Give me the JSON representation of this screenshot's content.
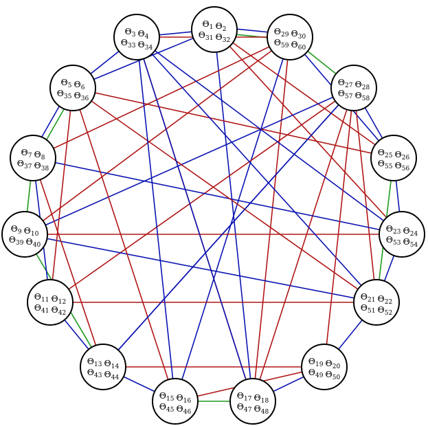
{
  "colors": {
    "blue": "#0b14b2",
    "red": "#b01616",
    "green": "#1e9a1e",
    "node_fill": "#ffffff",
    "node_stroke": "#000000"
  },
  "nodes": [
    {
      "id": "n1",
      "line1": [
        "1",
        "2"
      ],
      "line2": [
        "31",
        "32"
      ]
    },
    {
      "id": "n2",
      "line1": [
        "29",
        "30"
      ],
      "line2": [
        "59",
        "60"
      ]
    },
    {
      "id": "n3",
      "line1": [
        "27",
        "28"
      ],
      "line2": [
        "57",
        "58"
      ]
    },
    {
      "id": "n4",
      "line1": [
        "25",
        "26"
      ],
      "line2": [
        "55",
        "56"
      ]
    },
    {
      "id": "n5",
      "line1": [
        "23",
        "24"
      ],
      "line2": [
        "53",
        "54"
      ]
    },
    {
      "id": "n6",
      "line1": [
        "21",
        "22"
      ],
      "line2": [
        "51",
        "52"
      ]
    },
    {
      "id": "n7",
      "line1": [
        "19",
        "20"
      ],
      "line2": [
        "49",
        "50"
      ]
    },
    {
      "id": "n8",
      "line1": [
        "17",
        "18"
      ],
      "line2": [
        "47",
        "48"
      ]
    },
    {
      "id": "n9",
      "line1": [
        "15",
        "16"
      ],
      "line2": [
        "45",
        "46"
      ]
    },
    {
      "id": "n10",
      "line1": [
        "13",
        "14"
      ],
      "line2": [
        "43",
        "44"
      ]
    },
    {
      "id": "n11",
      "line1": [
        "11",
        "12"
      ],
      "line2": [
        "41",
        "42"
      ]
    },
    {
      "id": "n12",
      "line1": [
        "9",
        "10"
      ],
      "line2": [
        "39",
        "40"
      ]
    },
    {
      "id": "n13",
      "line1": [
        "7",
        "8"
      ],
      "line2": [
        "37",
        "38"
      ]
    },
    {
      "id": "n14",
      "line1": [
        "5",
        "6"
      ],
      "line2": [
        "35",
        "36"
      ]
    },
    {
      "id": "n15",
      "line1": [
        "3",
        "4"
      ],
      "line2": [
        "33",
        "34"
      ]
    }
  ],
  "symbol": "Θ",
  "edges": [
    {
      "from": "n1",
      "to": "n15",
      "color": "blue"
    },
    {
      "from": "n1",
      "to": "n2",
      "color": "blue"
    },
    {
      "from": "n1",
      "to": "n2",
      "color": "green"
    },
    {
      "from": "n1",
      "to": "n14",
      "color": "blue"
    },
    {
      "from": "n1",
      "to": "n8",
      "color": "blue"
    },
    {
      "from": "n1",
      "to": "n5",
      "color": "red"
    },
    {
      "from": "n1",
      "to": "n4",
      "color": "red"
    },
    {
      "from": "n2",
      "to": "n15",
      "color": "red"
    },
    {
      "from": "n2",
      "to": "n3",
      "color": "green"
    },
    {
      "from": "n2",
      "to": "n4",
      "color": "blue"
    },
    {
      "from": "n2",
      "to": "n13",
      "color": "red"
    },
    {
      "from": "n2",
      "to": "n12",
      "color": "red"
    },
    {
      "from": "n2",
      "to": "n9",
      "color": "blue"
    },
    {
      "from": "n2",
      "to": "n8",
      "color": "red"
    },
    {
      "from": "n3",
      "to": "n4",
      "color": "blue"
    },
    {
      "from": "n3",
      "to": "n12",
      "color": "blue"
    },
    {
      "from": "n3",
      "to": "n11",
      "color": "red"
    },
    {
      "from": "n3",
      "to": "n10",
      "color": "blue"
    },
    {
      "from": "n3",
      "to": "n8",
      "color": "red"
    },
    {
      "from": "n3",
      "to": "n6",
      "color": "red"
    },
    {
      "from": "n4",
      "to": "n5",
      "color": "blue"
    },
    {
      "from": "n4",
      "to": "n6",
      "color": "green"
    },
    {
      "from": "n4",
      "to": "n14",
      "color": "red"
    },
    {
      "from": "n5",
      "to": "n13",
      "color": "blue"
    },
    {
      "from": "n5",
      "to": "n12",
      "color": "red"
    },
    {
      "from": "n5",
      "to": "n15",
      "color": "blue"
    },
    {
      "from": "n5",
      "to": "n6",
      "color": "blue"
    },
    {
      "from": "n6",
      "to": "n11",
      "color": "red"
    },
    {
      "from": "n6",
      "to": "n12",
      "color": "blue"
    },
    {
      "from": "n6",
      "to": "n15",
      "color": "blue"
    },
    {
      "from": "n6",
      "to": "n7",
      "color": "blue"
    },
    {
      "from": "n6",
      "to": "n14",
      "color": "red"
    },
    {
      "from": "n7",
      "to": "n10",
      "color": "red"
    },
    {
      "from": "n7",
      "to": "n8",
      "color": "blue"
    },
    {
      "from": "n7",
      "to": "n9",
      "color": "red"
    },
    {
      "from": "n7",
      "to": "n3",
      "color": "red"
    },
    {
      "from": "n8",
      "to": "n9",
      "color": "green"
    },
    {
      "from": "n8",
      "to": "n15",
      "color": "red"
    },
    {
      "from": "n9",
      "to": "n10",
      "color": "blue"
    },
    {
      "from": "n9",
      "to": "n14",
      "color": "red"
    },
    {
      "from": "n9",
      "to": "n15",
      "color": "blue"
    },
    {
      "from": "n10",
      "to": "n12",
      "color": "green"
    },
    {
      "from": "n10",
      "to": "n13",
      "color": "red"
    },
    {
      "from": "n10",
      "to": "n11",
      "color": "blue"
    },
    {
      "from": "n10",
      "to": "n3",
      "color": "blue"
    },
    {
      "from": "n11",
      "to": "n13",
      "color": "blue"
    },
    {
      "from": "n11",
      "to": "n14",
      "color": "red"
    },
    {
      "from": "n12",
      "to": "n13",
      "color": "green"
    },
    {
      "from": "n13",
      "to": "n14",
      "color": "green"
    },
    {
      "from": "n13",
      "to": "n14",
      "color": "blue"
    },
    {
      "from": "n14",
      "to": "n15",
      "color": "blue"
    },
    {
      "from": "n15",
      "to": "n8",
      "color": "blue"
    }
  ]
}
